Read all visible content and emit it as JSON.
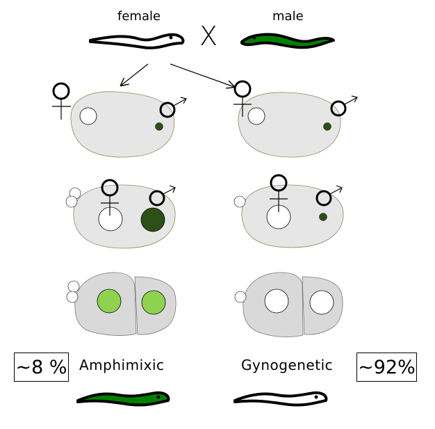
{
  "labels": {
    "female": "female",
    "male": "male",
    "cross": "X",
    "amphimixis": "Amphimixic",
    "gynogenetic": "Gynogenetic",
    "amphimixis_pct": "~8 %",
    "gynogenetic_pct": "~92%"
  },
  "colors": {
    "male_green": "#008000",
    "embryo_fill": "#e6e6e6",
    "embryo_stroke": "#8a8a60",
    "pronucleus_male": "#2d5016",
    "zygote_nucleus": "#8fd24f",
    "two_cell_fill": "#d9d9d9"
  },
  "icons": [
    "female-symbol-icon",
    "male-symbol-icon",
    "arrow-icon",
    "worm-icon"
  ]
}
